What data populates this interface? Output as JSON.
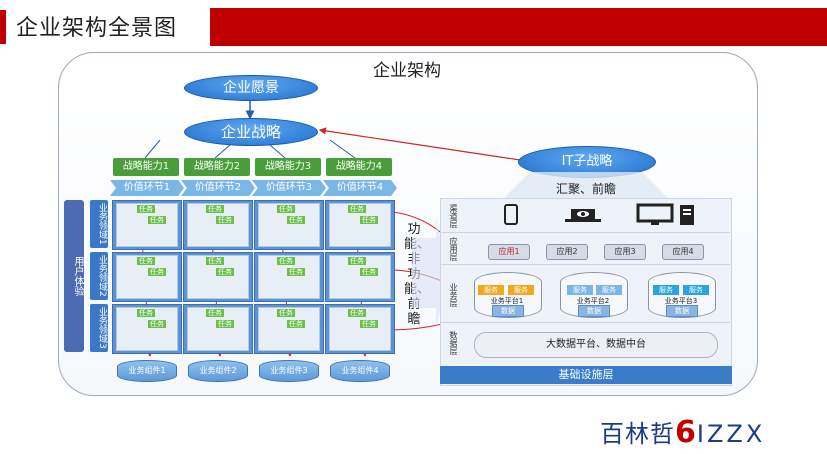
{
  "slide": {
    "title": "企业架构全景图",
    "frame_title": "企业架构"
  },
  "business": {
    "vision": "企业愿景",
    "strategy": "企业战略",
    "capabilities": [
      "战略能力1",
      "战略能力2",
      "战略能力3",
      "战略能力4"
    ],
    "value_chain": [
      "价值环节1",
      "价值环节2",
      "价值环节3",
      "价值环节4"
    ],
    "user_experience": "用户体验",
    "domains": [
      "业务领域1",
      "业务领域2",
      "业务领域3"
    ],
    "task_label": "任务",
    "components": [
      "业务组件1",
      "业务组件2",
      "业务组件3",
      "业务组件4"
    ]
  },
  "middle": {
    "label": "功能、非功能、前瞻"
  },
  "it": {
    "strategy": "IT子战略",
    "subtitle": "汇聚、前瞻",
    "layers": [
      "渠道层",
      "应用层",
      "业务层",
      "数据层"
    ],
    "apps": [
      "应用1",
      "应用2",
      "应用3",
      "应用4"
    ],
    "platforms": [
      "业务平台1",
      "业务平台2",
      "业务平台3"
    ],
    "service_label": "服务",
    "data_label": "数据",
    "data_platform": "大数据平台、数据中台",
    "infrastructure": "基础设施层"
  },
  "logo": {
    "text": "百林哲",
    "latin": "IZZX",
    "six": "6"
  }
}
